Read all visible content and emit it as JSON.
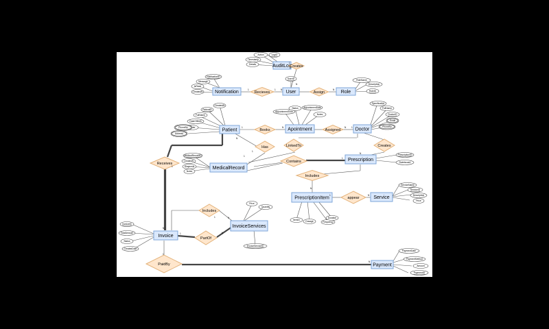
{
  "entities": [
    {
      "key": "AuditLog",
      "label": "AuditLog"
    },
    {
      "key": "User",
      "label": "User"
    },
    {
      "key": "Role",
      "label": "Role"
    },
    {
      "key": "Notification",
      "label": "Notification"
    },
    {
      "key": "Patient",
      "label": "Patient"
    },
    {
      "key": "Apointment",
      "label": "Apointment"
    },
    {
      "key": "Doctor",
      "label": "Doctor"
    },
    {
      "key": "MedicalRecord",
      "label": "MedicalRecord"
    },
    {
      "key": "Prescription",
      "label": "Prescription"
    },
    {
      "key": "PrescriptionItem",
      "label": "PrescriptionItem"
    },
    {
      "key": "Service",
      "label": "Service"
    },
    {
      "key": "InvoiceServices",
      "label": "InvoiceServices"
    },
    {
      "key": "Invoice",
      "label": "Invoice"
    },
    {
      "key": "Payment",
      "label": "Payment"
    }
  ],
  "relationships": [
    {
      "key": "Creates1",
      "label": "Creates"
    },
    {
      "key": "Recieves",
      "label": "Recieves"
    },
    {
      "key": "Assign",
      "label": "Assign"
    },
    {
      "key": "Books",
      "label": "Books"
    },
    {
      "key": "Assigned",
      "label": "Assigned"
    },
    {
      "key": "Has",
      "label": "Has"
    },
    {
      "key": "LinkedTo",
      "label": "LinkedTo"
    },
    {
      "key": "Creates2",
      "label": "Creates"
    },
    {
      "key": "Receives",
      "label": "Receives"
    },
    {
      "key": "Contains",
      "label": "Contains"
    },
    {
      "key": "Includes1",
      "label": "Includes"
    },
    {
      "key": "appear",
      "label": "appear"
    },
    {
      "key": "Includes2",
      "label": "Includes"
    },
    {
      "key": "PartOf",
      "label": "PartOf"
    },
    {
      "key": "PaidBy",
      "label": "PaidBy"
    }
  ],
  "attributes": [
    {
      "label": "Action"
    },
    {
      "label": "LogID"
    },
    {
      "label": "Timestamp"
    },
    {
      "label": "Details"
    },
    {
      "label": "UserID"
    },
    {
      "label": "RoleName"
    },
    {
      "label": "Description"
    },
    {
      "label": "RoleID"
    },
    {
      "label": "NotificationID"
    },
    {
      "label": "Message"
    },
    {
      "label": "IsRead"
    },
    {
      "label": "CreatedAt"
    },
    {
      "label": "CreatedAt"
    },
    {
      "label": "PatientID"
    },
    {
      "label": "FullName"
    },
    {
      "label": "DateOfBirth"
    },
    {
      "label": "Gender"
    },
    {
      "label": "PhoneNo"
    },
    {
      "label": "Address"
    },
    {
      "label": "Status"
    },
    {
      "label": "AppointmentDate"
    },
    {
      "label": "AppointmentTime"
    },
    {
      "label": "Notes"
    },
    {
      "label": "Specification"
    },
    {
      "label": "FullName"
    },
    {
      "label": "DoctorID"
    },
    {
      "label": "Email"
    },
    {
      "label": "PhoneNo"
    },
    {
      "label": "MedicalRecordID"
    },
    {
      "label": "CreatedAt"
    },
    {
      "label": "Diagnosis"
    },
    {
      "label": "Notes"
    },
    {
      "label": "PrescriptionID"
    },
    {
      "label": "DateIssued"
    },
    {
      "label": "ServiceName"
    },
    {
      "label": "ServiceID"
    },
    {
      "label": "Description"
    },
    {
      "label": "Price"
    },
    {
      "label": "ItemID"
    },
    {
      "label": "Dosage"
    },
    {
      "label": "Frequency"
    },
    {
      "label": "Duration"
    },
    {
      "label": "Price"
    },
    {
      "label": "Quantity"
    },
    {
      "label": "InvoiceServiceID"
    },
    {
      "label": "InvoiceID"
    },
    {
      "label": "TotalAmount"
    },
    {
      "label": "Status"
    },
    {
      "label": "CreatedDate"
    },
    {
      "label": "PaymentDate"
    },
    {
      "label": "PaymentMethod"
    },
    {
      "label": "Amount"
    },
    {
      "label": "PaymentID"
    }
  ],
  "cardinalities": [
    {
      "label": "1"
    },
    {
      "label": "N"
    },
    {
      "label": "1"
    },
    {
      "label": "N"
    },
    {
      "label": "N"
    },
    {
      "label": "1"
    },
    {
      "label": "1"
    },
    {
      "label": "N"
    },
    {
      "label": "N"
    },
    {
      "label": "1"
    },
    {
      "label": "1"
    },
    {
      "label": "1"
    },
    {
      "label": "N"
    },
    {
      "label": "1"
    },
    {
      "label": "N"
    },
    {
      "label": "1"
    },
    {
      "label": "N"
    },
    {
      "label": "1"
    },
    {
      "label": "N"
    },
    {
      "label": "1"
    },
    {
      "label": "N"
    },
    {
      "label": "N"
    },
    {
      "label": "1"
    },
    {
      "label": "N"
    },
    {
      "label": "1"
    },
    {
      "label": "N"
    }
  ]
}
